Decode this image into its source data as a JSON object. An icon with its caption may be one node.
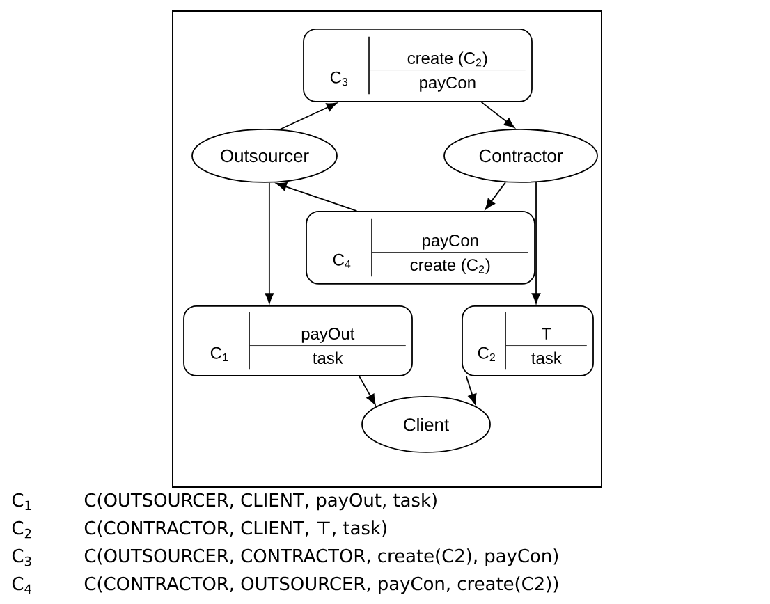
{
  "diagram": {
    "nodes": [
      {
        "text": [
          "C$_{3}$",
          "create (C$_{2}$)",
          "payCon"
        ]
      },
      {
        "text": [
          "Outsourcer"
        ]
      },
      {
        "text": [
          "Contractor"
        ]
      },
      {
        "text": [
          "C$_{4}$",
          "payCon",
          "create (C$_{2}$)"
        ]
      },
      {
        "text": [
          "C$_{1}$",
          "payOut",
          "task"
        ]
      },
      {
        "text": [
          "C$_{2}$",
          "T",
          "task"
        ]
      },
      {
        "text": [
          "Client"
        ]
      }
    ],
    "edges": [
      {
        "from": 1,
        "to": 0,
        "arrow": "to"
      },
      {
        "from": 0,
        "to": 2,
        "arrow": "to"
      },
      {
        "from": 2,
        "to": 3,
        "arrow": "to"
      },
      {
        "from": 3,
        "to": 1,
        "arrow": "to"
      },
      {
        "from": 1,
        "to": 4,
        "arrow": "to"
      },
      {
        "from": 2,
        "to": 5,
        "arrow": "to"
      },
      {
        "from": 4,
        "to": 6,
        "arrow": "to"
      },
      {
        "from": 5,
        "to": 6,
        "arrow": "to"
      }
    ],
    "labels": [
      "C$_{1}$",
      "C(OUTSOURCER, CLIENT, payOut, task)",
      "C$_{2}$",
      "C(CONTRACTOR, CLIENT, ⊤, task)",
      "C$_{3}$",
      "C(OUTSOURCER, CONTRACTOR, create(C2), payCon)",
      "C$_{4}$",
      "C(CONTRACTOR, OUTSOURCER, payCon, create(C2))"
    ]
  }
}
